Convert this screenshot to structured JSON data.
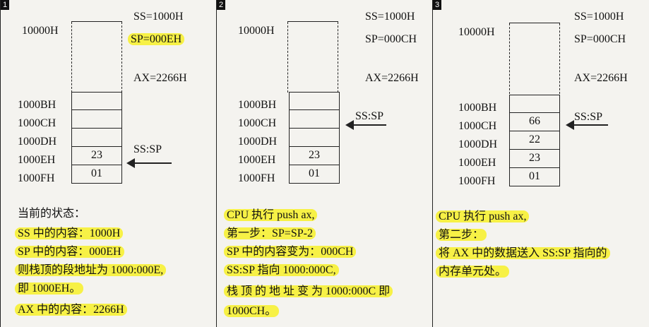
{
  "panels": [
    {
      "num": "1",
      "ss": "SS=1000H",
      "sp": "SP=000EH",
      "ax": "AX=2266H",
      "top_addr": "10000H",
      "rows": [
        {
          "addr": "1000BH",
          "val": ""
        },
        {
          "addr": "1000CH",
          "val": ""
        },
        {
          "addr": "1000DH",
          "val": ""
        },
        {
          "addr": "1000EH",
          "val": "23"
        },
        {
          "addr": "1000FH",
          "val": "01"
        }
      ],
      "pointer_label": "SS:SP",
      "lines": [
        "当前的状态：",
        "SS 中的内容：1000H",
        "SP 中的内容：000EH",
        "则栈顶的段地址为 1000:000E,",
        "即 1000EH。",
        "AX 中的内容：2266H"
      ]
    },
    {
      "num": "2",
      "ss": "SS=1000H",
      "sp": "SP=000CH",
      "ax": "AX=2266H",
      "top_addr": "10000H",
      "rows": [
        {
          "addr": "1000BH",
          "val": ""
        },
        {
          "addr": "1000CH",
          "val": ""
        },
        {
          "addr": "1000DH",
          "val": ""
        },
        {
          "addr": "1000EH",
          "val": "23"
        },
        {
          "addr": "1000FH",
          "val": "01"
        }
      ],
      "pointer_label": "SS:SP",
      "lines": [
        "CPU 执行  push ax,",
        "第一步：SP=SP-2",
        "SP 中的内容变为：000CH",
        "SS:SP 指向 1000:000C,",
        "栈 顶 的 地 址 变 为  1000:000C  即",
        "1000CH。"
      ]
    },
    {
      "num": "3",
      "ss": "SS=1000H",
      "sp": "SP=000CH",
      "ax": "AX=2266H",
      "top_addr": "10000H",
      "rows": [
        {
          "addr": "1000BH",
          "val": ""
        },
        {
          "addr": "1000CH",
          "val": "66"
        },
        {
          "addr": "1000DH",
          "val": "22"
        },
        {
          "addr": "1000EH",
          "val": "23"
        },
        {
          "addr": "1000FH",
          "val": "01"
        }
      ],
      "pointer_label": "SS:SP",
      "lines": [
        "CPU 执行  push ax,",
        "第二步：",
        "将 AX 中的数据送入 SS:SP 指向的",
        "内存单元处。"
      ]
    }
  ]
}
